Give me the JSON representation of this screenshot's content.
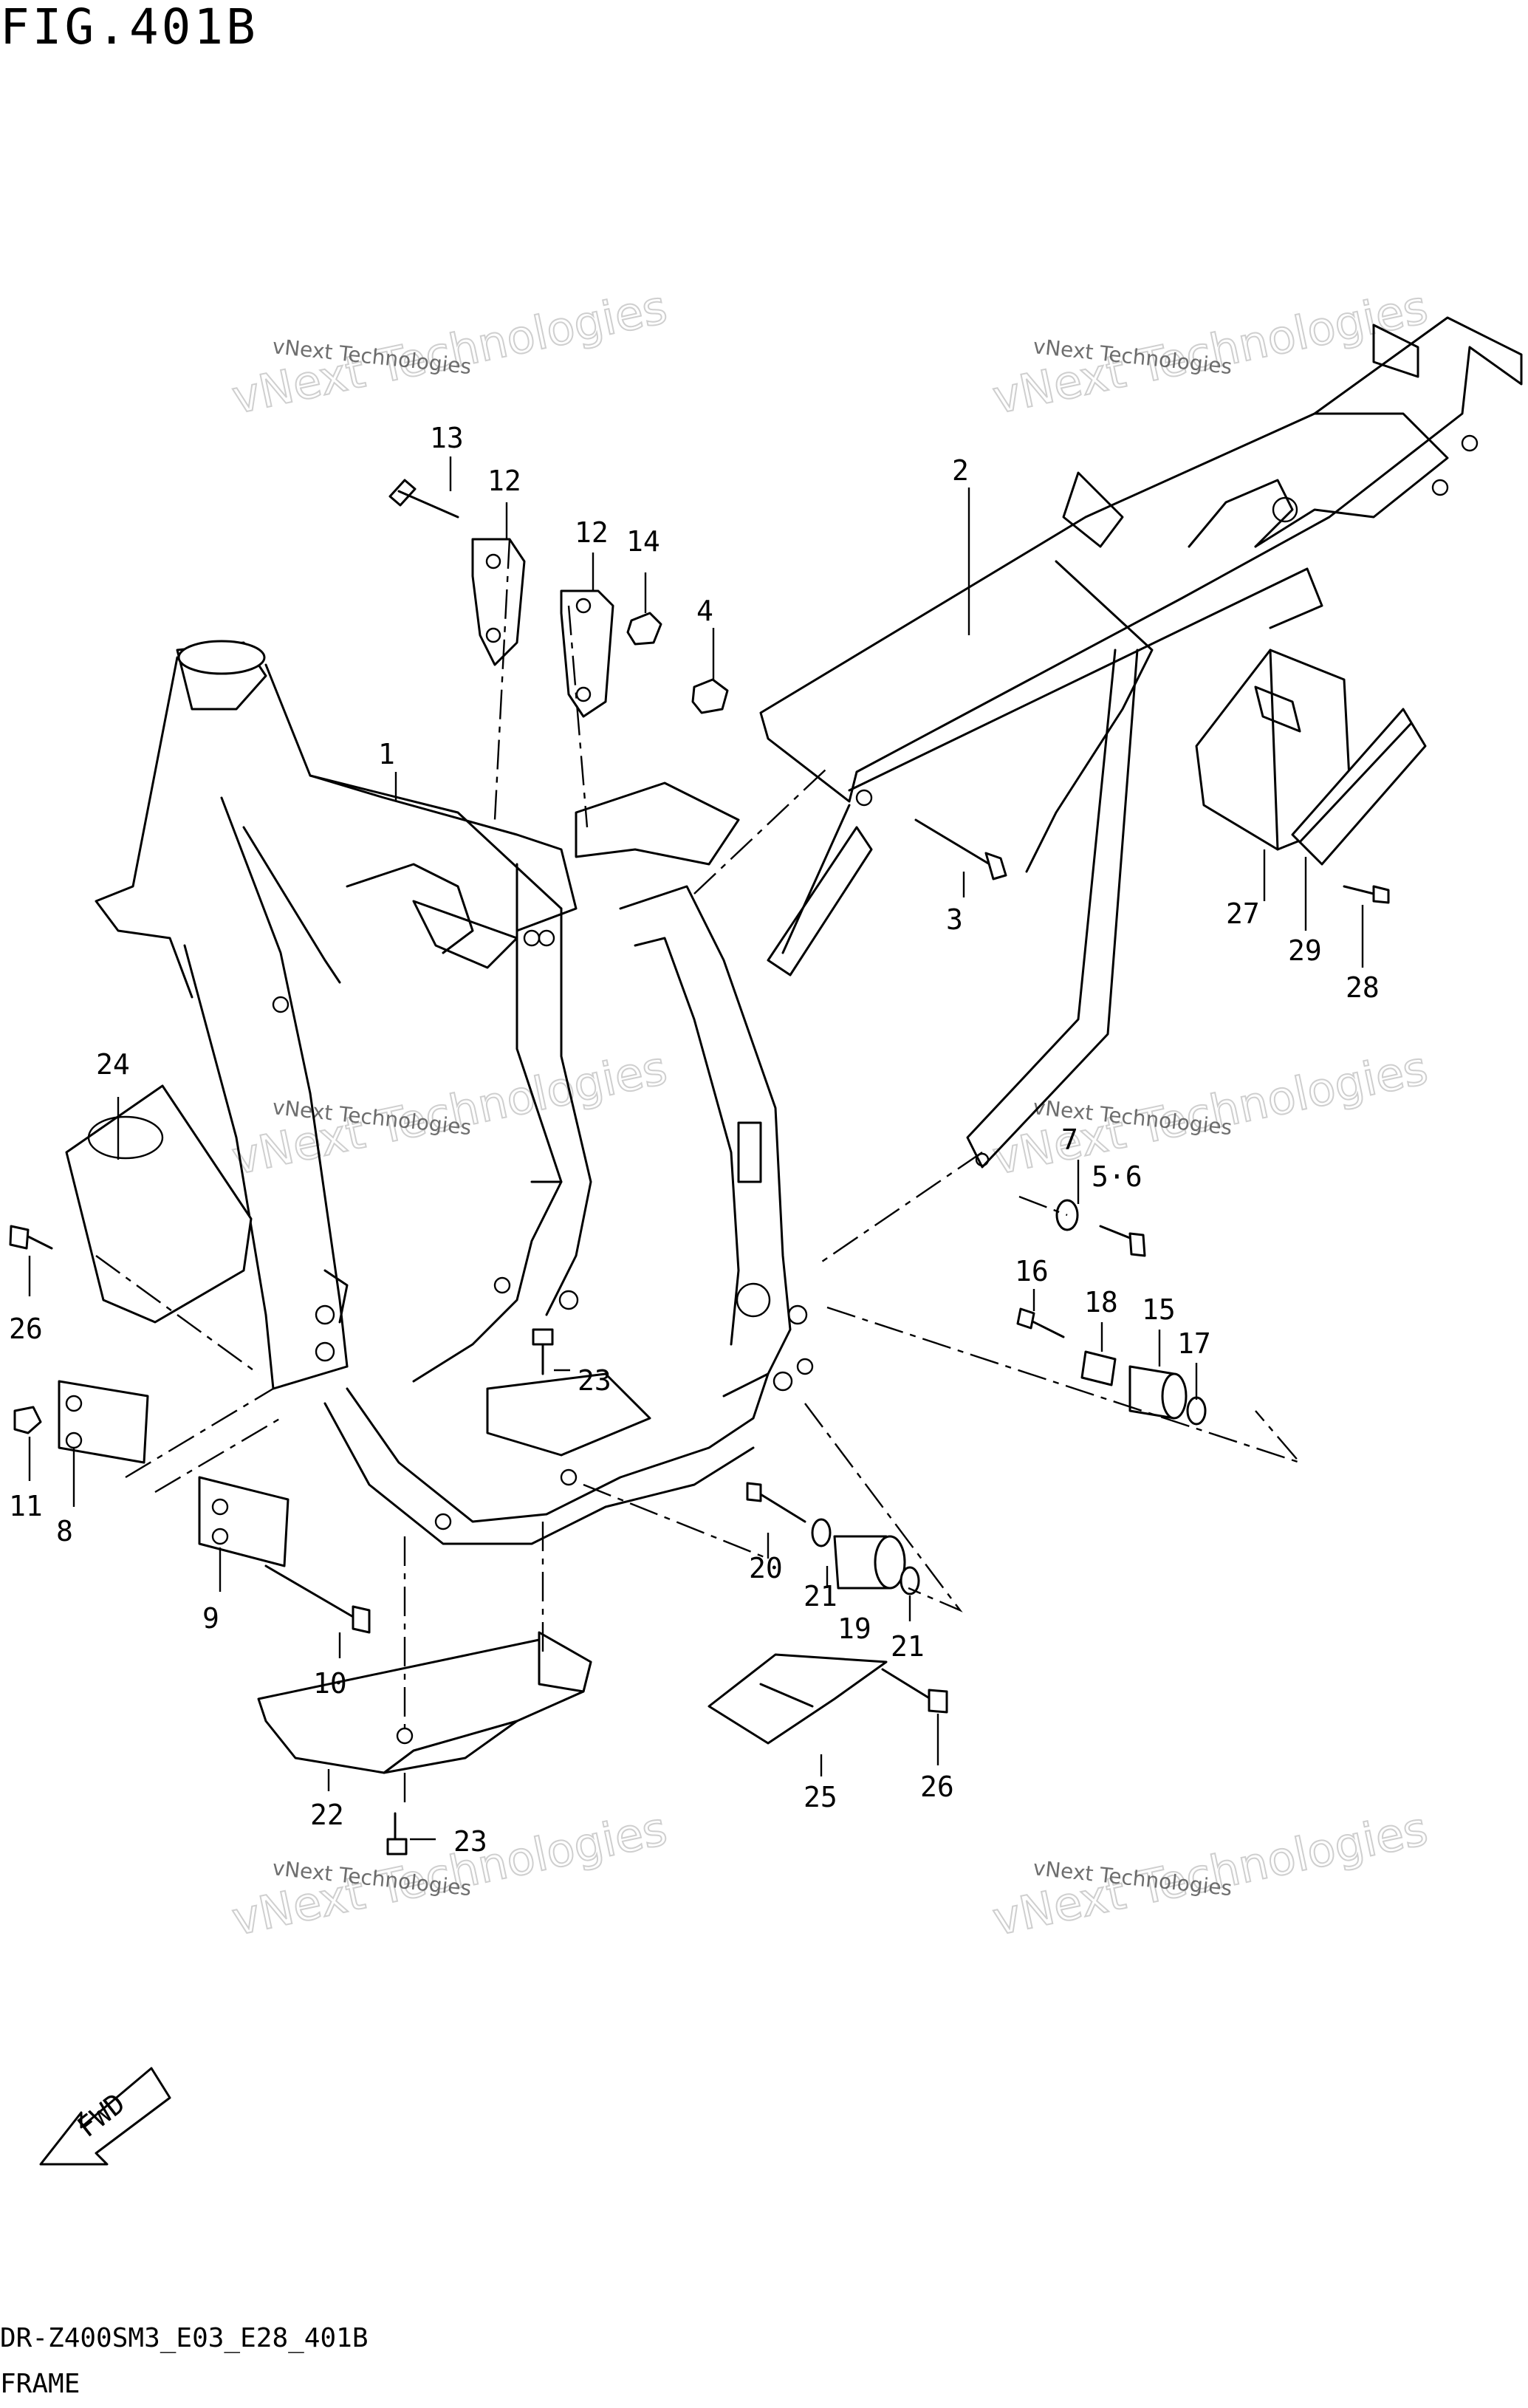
{
  "figure": {
    "title": "FIG.401B",
    "model_code": "DR-Z400SM3_E03_E28_401B",
    "section_name": "FRAME",
    "fwd_label": "FWD"
  },
  "watermark": {
    "line1": "vNext Technologies",
    "line2": "vNext Technologies"
  },
  "callouts": [
    {
      "id": "c1",
      "label": "1"
    },
    {
      "id": "c2",
      "label": "2"
    },
    {
      "id": "c3",
      "label": "3"
    },
    {
      "id": "c4",
      "label": "4"
    },
    {
      "id": "c56",
      "label": "5·6"
    },
    {
      "id": "c7",
      "label": "7"
    },
    {
      "id": "c8",
      "label": "8"
    },
    {
      "id": "c9",
      "label": "9"
    },
    {
      "id": "c10",
      "label": "10"
    },
    {
      "id": "c11",
      "label": "11"
    },
    {
      "id": "c12a",
      "label": "12"
    },
    {
      "id": "c12b",
      "label": "12"
    },
    {
      "id": "c13",
      "label": "13"
    },
    {
      "id": "c14",
      "label": "14"
    },
    {
      "id": "c15",
      "label": "15"
    },
    {
      "id": "c16",
      "label": "16"
    },
    {
      "id": "c17",
      "label": "17"
    },
    {
      "id": "c18",
      "label": "18"
    },
    {
      "id": "c19",
      "label": "19"
    },
    {
      "id": "c20",
      "label": "20"
    },
    {
      "id": "c21a",
      "label": "21"
    },
    {
      "id": "c21b",
      "label": "21"
    },
    {
      "id": "c22",
      "label": "22"
    },
    {
      "id": "c23a",
      "label": "23"
    },
    {
      "id": "c23b",
      "label": "23"
    },
    {
      "id": "c24",
      "label": "24"
    },
    {
      "id": "c25",
      "label": "25"
    },
    {
      "id": "c26a",
      "label": "26"
    },
    {
      "id": "c26b",
      "label": "26"
    },
    {
      "id": "c27",
      "label": "27"
    },
    {
      "id": "c28",
      "label": "28"
    },
    {
      "id": "c29",
      "label": "29"
    }
  ]
}
